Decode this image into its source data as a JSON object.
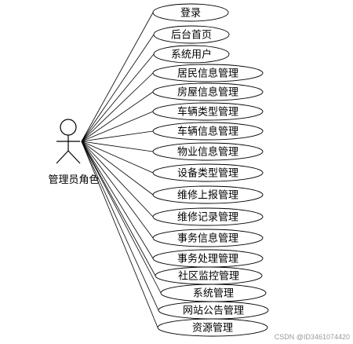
{
  "actor": {
    "label": "管理员角色"
  },
  "use_cases": [
    "登录",
    "后台首页",
    "系统用户",
    "居民信息管理",
    "房屋信息管理",
    "车辆类型管理",
    "车辆信息管理",
    "物业信息管理",
    "设备类型管理",
    "维修上报管理",
    "维修记录管理",
    "事务信息管理",
    "事务处理管理",
    "社区监控管理",
    "系统管理",
    "网站公告管理",
    "资源管理"
  ],
  "watermark": "CSDN @ID3461074420"
}
